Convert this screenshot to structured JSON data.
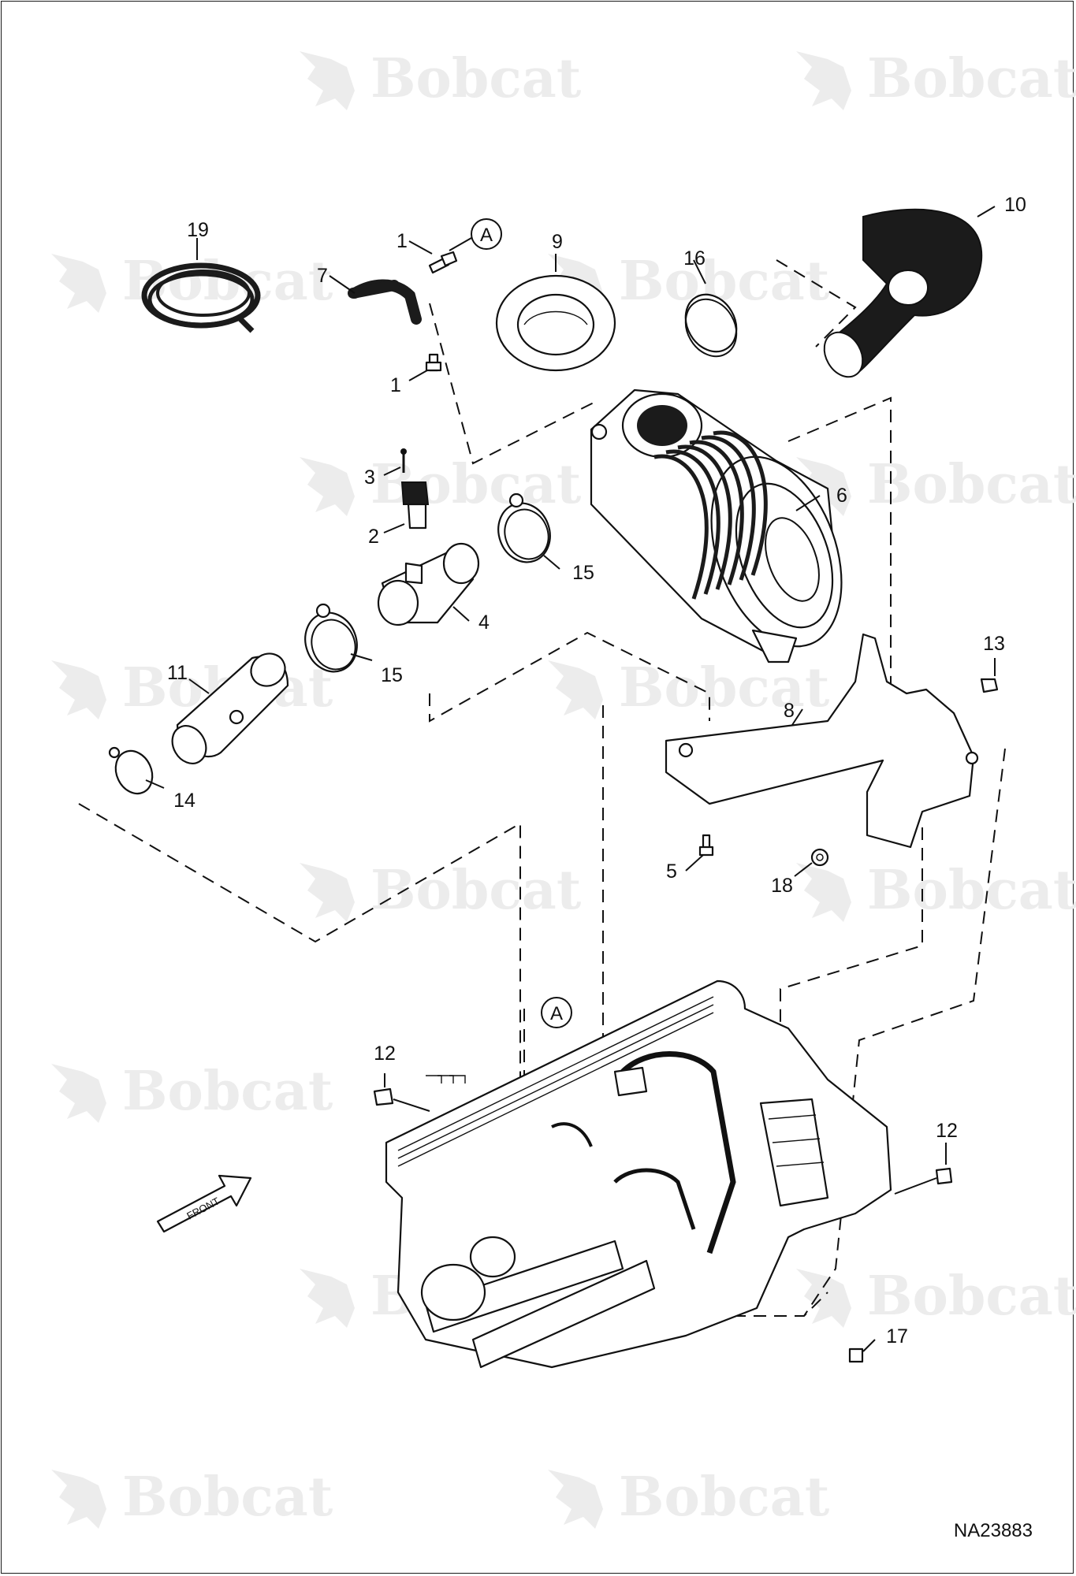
{
  "diagram": {
    "watermark_text": "Bobcat",
    "drawing_code": "NA23883",
    "front_label": "FRONT",
    "reference_letter": "A",
    "callouts": {
      "c1a": "1",
      "c1b": "1",
      "c2": "2",
      "c3": "3",
      "c4": "4",
      "c5": "5",
      "c6": "6",
      "c7": "7",
      "c8": "8",
      "c9": "9",
      "c10": "10",
      "c11": "11",
      "c12a": "12",
      "c12b": "12",
      "c13": "13",
      "c14": "14",
      "c15a": "15",
      "c15b": "15",
      "c16": "16",
      "c17": "17",
      "c18": "18",
      "c19": "19"
    }
  }
}
